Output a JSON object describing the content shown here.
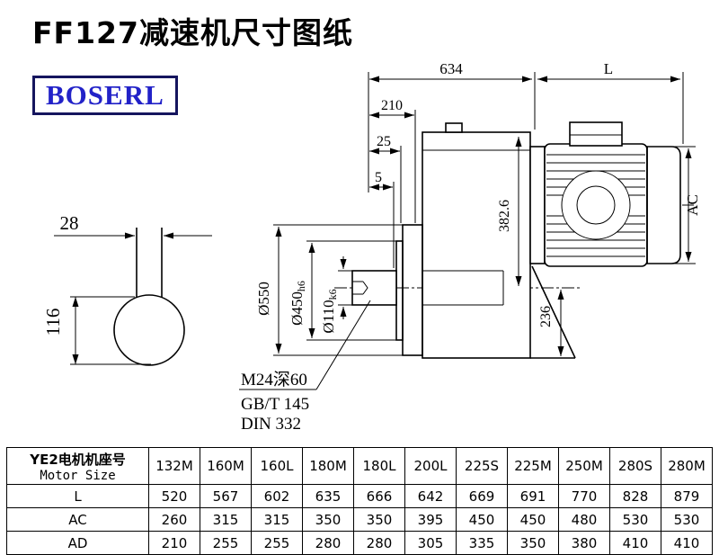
{
  "page": {
    "title": "FF127减速机尺寸图纸",
    "brand": "BOSERL"
  },
  "drawing": {
    "end_view": {
      "key_width": "28",
      "shaft_height": "116"
    },
    "side_view": {
      "overall_length": "634",
      "motor_length": "L",
      "dim_210": "210",
      "dim_25": "25",
      "dim_5": "5",
      "flange_dia": "Ø550",
      "spigot_dia": "Ø450",
      "spigot_tol": "h6",
      "shaft_dia": "Ø110",
      "shaft_tol": "k6",
      "dim_382_6": "382.6",
      "dim_236": "236",
      "motor_dia": "AC"
    },
    "notes": {
      "tap": "M24深60",
      "std1": "GB/T 145",
      "std2": "DIN 332"
    }
  },
  "table": {
    "header_cn": "YE2电机机座号",
    "header_en": "Motor Size",
    "columns": [
      "132M",
      "160M",
      "160L",
      "180M",
      "180L",
      "200L",
      "225S",
      "225M",
      "250M",
      "280S",
      "280M"
    ],
    "rows": [
      {
        "label": "L",
        "values": [
          "520",
          "567",
          "602",
          "635",
          "666",
          "642",
          "669",
          "691",
          "770",
          "828",
          "879"
        ]
      },
      {
        "label": "AC",
        "values": [
          "260",
          "315",
          "315",
          "350",
          "350",
          "395",
          "450",
          "450",
          "480",
          "530",
          "530"
        ]
      },
      {
        "label": "AD",
        "values": [
          "210",
          "255",
          "255",
          "280",
          "280",
          "305",
          "335",
          "350",
          "380",
          "410",
          "410"
        ]
      }
    ]
  }
}
